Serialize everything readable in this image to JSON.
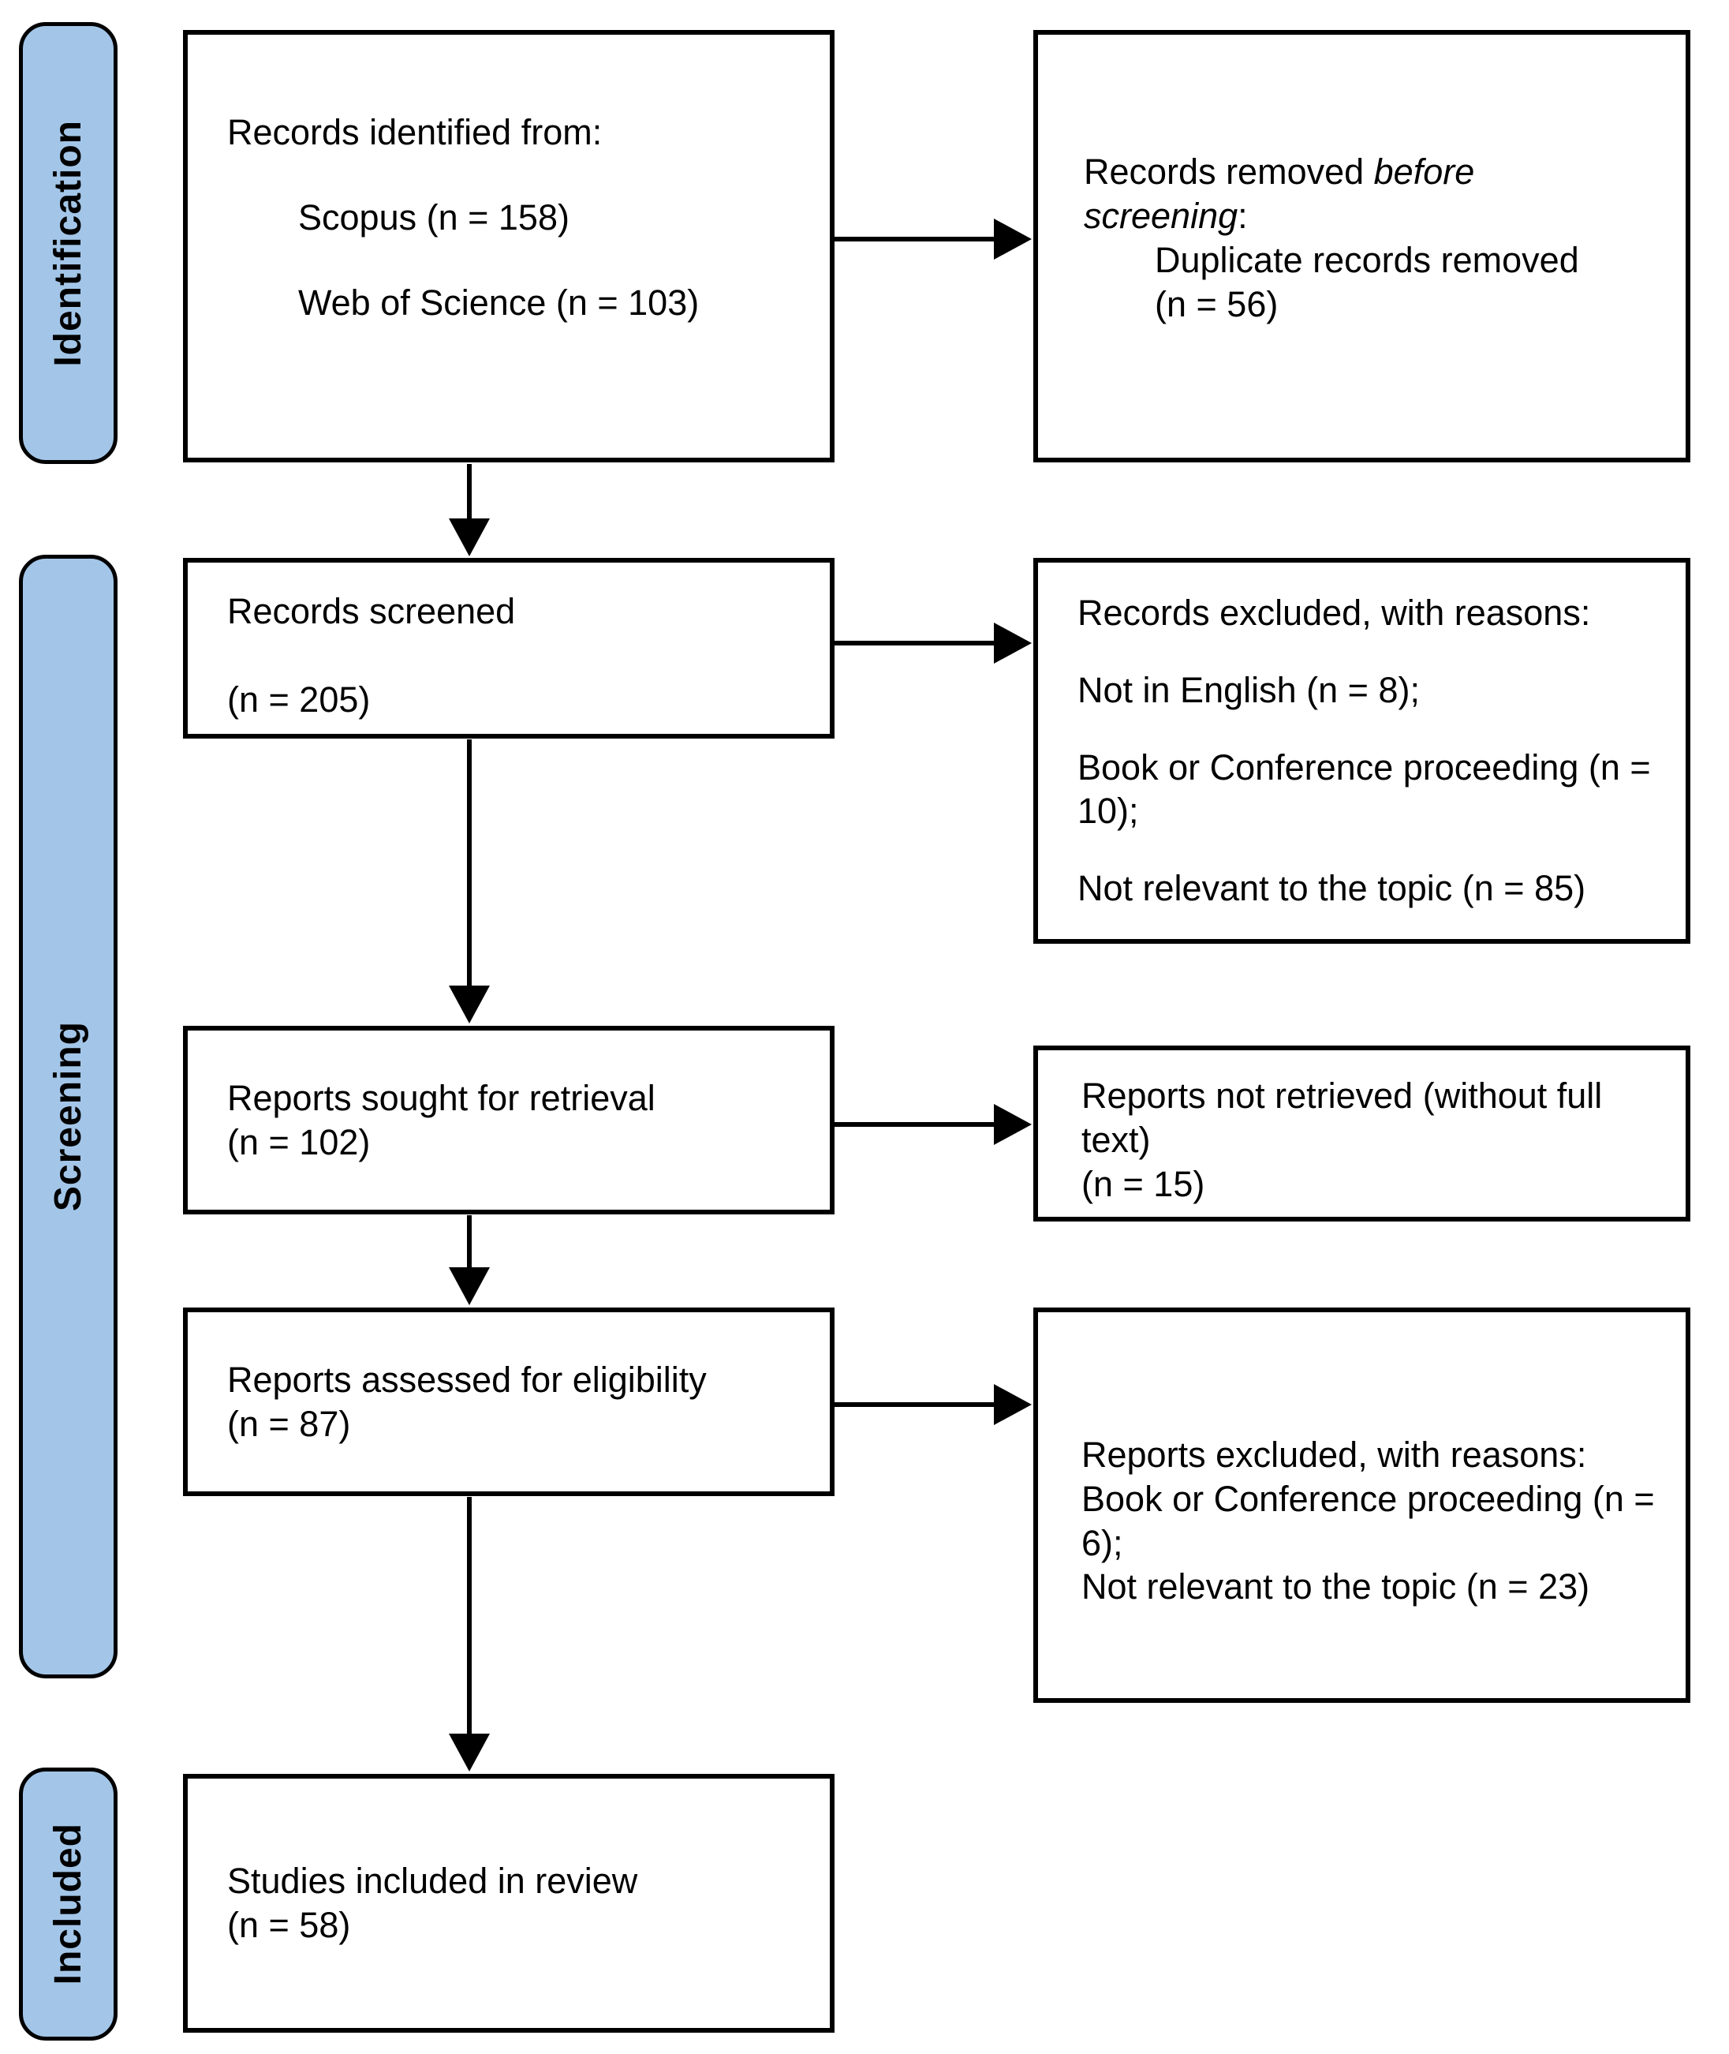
{
  "colors": {
    "stage_fill": "#A3C6E8",
    "box_border": "#000000",
    "background": "#FFFFFF",
    "text": "#000000"
  },
  "stages": {
    "identification": "Identification",
    "screening": "Screening",
    "included": "Included"
  },
  "flow": {
    "records_identified": {
      "heading": "Records identified from:",
      "sources": [
        "Scopus (n = 158)",
        "Web of Science (n = 103)"
      ]
    },
    "records_removed": {
      "prefix": "Records removed ",
      "emphasis": "before screening",
      "suffix": ":",
      "reason": "Duplicate records removed",
      "count": "(n = 56)"
    },
    "records_screened": {
      "heading": "Records screened",
      "count": "(n = 205)"
    },
    "records_excluded": {
      "heading": "Records excluded, with reasons:",
      "reasons": [
        "Not in English (n = 8);",
        "Book or Conference proceeding (n = 10);",
        "Not relevant to the topic (n = 85)"
      ]
    },
    "reports_sought": {
      "heading": "Reports sought for retrieval",
      "count": "(n = 102)"
    },
    "reports_not_retrieved": {
      "heading": "Reports not retrieved (without full text)",
      "count": "(n = 15)"
    },
    "reports_assessed": {
      "heading": "Reports assessed for eligibility",
      "count": "(n = 87)"
    },
    "reports_excluded": {
      "heading": "Reports excluded, with reasons:",
      "reasons": [
        "Book or Conference proceeding (n = 6);",
        "Not relevant to the topic (n = 23)"
      ]
    },
    "studies_included": {
      "heading": "Studies included in review",
      "count": "(n = 58)"
    }
  }
}
